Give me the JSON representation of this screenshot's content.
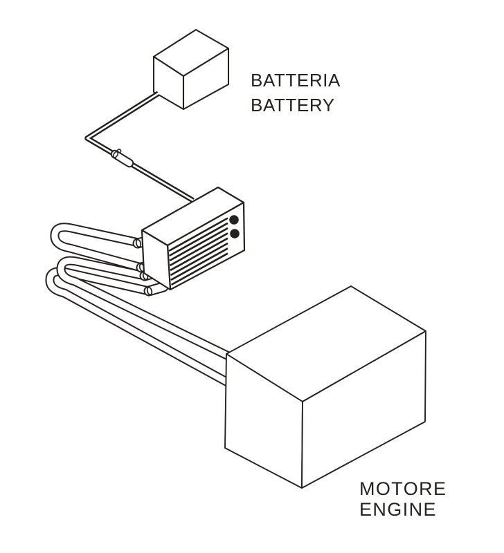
{
  "labels": {
    "battery": {
      "line1": "BATTERIA",
      "line2": "BATTERY"
    },
    "engine": {
      "line1": "MOTORE",
      "line2": "ENGINE"
    }
  },
  "colors": {
    "ink": "#25211f",
    "background": "#ffffff",
    "led_dots": "#25211f"
  }
}
